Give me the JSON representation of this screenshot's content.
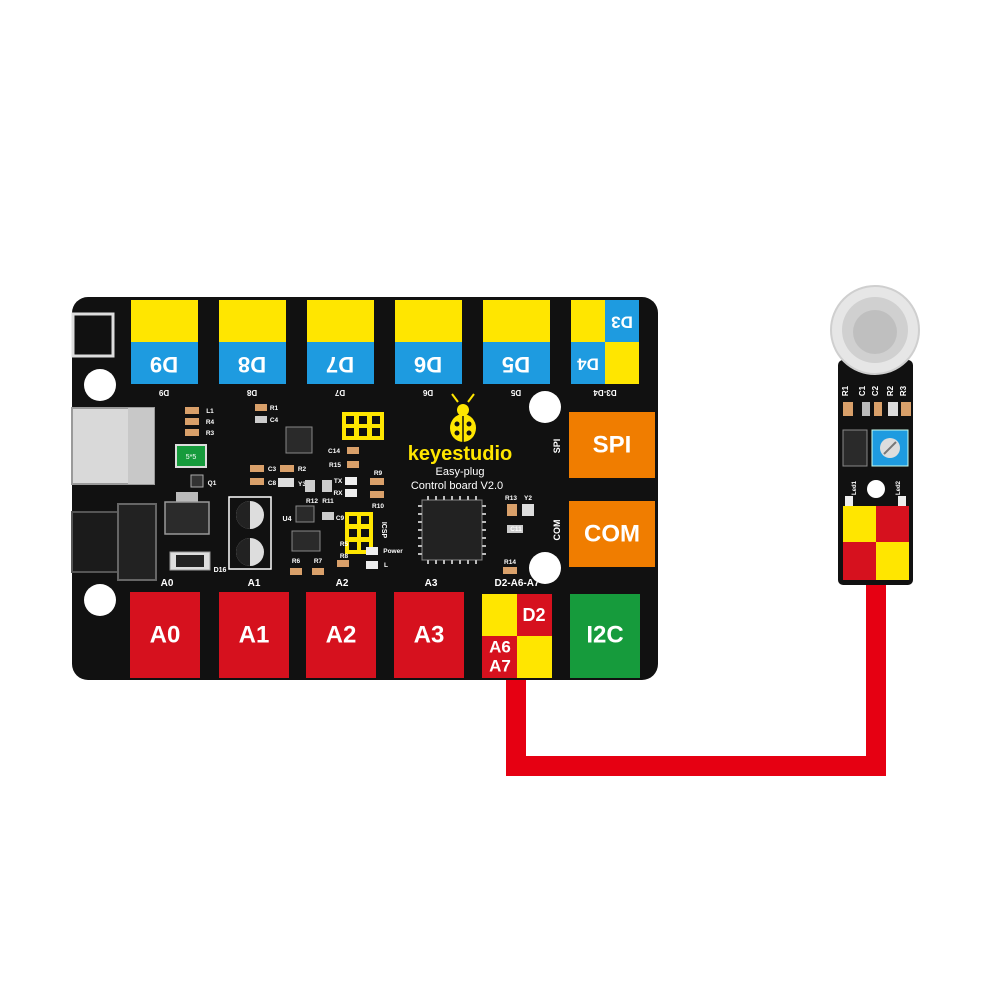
{
  "board": {
    "brand": "keyestudio",
    "subtitle_line1": "Easy-plug",
    "subtitle_line2": "Control board V2.0",
    "digital_ports": [
      {
        "label": "D9",
        "silk": "D9"
      },
      {
        "label": "D8",
        "silk": "D8"
      },
      {
        "label": "D7",
        "silk": "D7"
      },
      {
        "label": "D6",
        "silk": "D6"
      },
      {
        "label": "D5",
        "silk": "D5"
      }
    ],
    "d3d4_port": {
      "label_top": "D3",
      "label_bottom": "D4",
      "silk": "D3-D4"
    },
    "side_ports": [
      {
        "label": "SPI",
        "silk": "SPI"
      },
      {
        "label": "COM",
        "silk": "COM"
      }
    ],
    "analog_ports": [
      {
        "label": "A0",
        "silk": "A0"
      },
      {
        "label": "A1",
        "silk": "A1"
      },
      {
        "label": "A2",
        "silk": "A2"
      },
      {
        "label": "A3",
        "silk": "A3"
      }
    ],
    "mixed_port": {
      "label_d": "D2",
      "label_a6": "A6",
      "label_a7": "A7",
      "silk": "D2-A6-A7"
    },
    "i2c_port": {
      "label": "I2C"
    },
    "component_labels": {
      "l1": "L1",
      "r4": "R4",
      "r3": "R3",
      "q1": "Q1",
      "d16": "D16",
      "u4": "U4",
      "r1": "R1",
      "c4": "C4",
      "c3": "C3",
      "r2": "R2",
      "c8": "C8",
      "y3": "Y3",
      "r12": "R12",
      "r11": "R11",
      "c9": "C9",
      "r6": "R6",
      "r7": "R7",
      "r5": "R5",
      "r8": "R8",
      "c14": "C14",
      "r15": "R15",
      "tx": "TX",
      "rx": "RX",
      "r9": "R9",
      "r10": "R10",
      "icsp": "ICSP",
      "power": "Power",
      "l": "L",
      "r13": "R13",
      "y2": "Y2",
      "c11": "C11",
      "r14": "R14",
      "fuse": "5*5"
    }
  },
  "sensor": {
    "labels": [
      "R1",
      "C1",
      "C2",
      "R2",
      "R3"
    ],
    "led_labels": [
      "Led1",
      "Led2"
    ]
  },
  "colors": {
    "board": "#111111",
    "yellow": "#FFE600",
    "blue": "#1E9BE0",
    "red": "#D6111E",
    "orange": "#F07D00",
    "green": "#169B3C",
    "cable": "#E60012"
  }
}
